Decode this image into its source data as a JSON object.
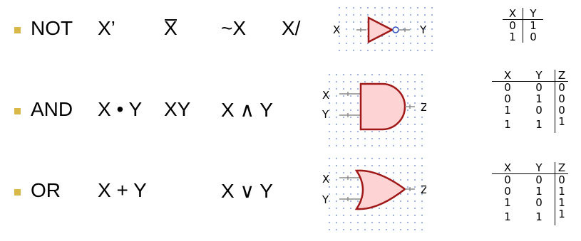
{
  "rows": [
    {
      "name": "NOT",
      "label": "NOT",
      "expressions": [
        "X’",
        "X",
        "~X",
        "X/"
      ],
      "inputs": [
        "X"
      ],
      "output": "Y",
      "truth_table": {
        "headers": [
          "X",
          "Y"
        ],
        "rows": [
          [
            "0",
            "1"
          ],
          [
            "1",
            "0"
          ]
        ]
      }
    },
    {
      "name": "AND",
      "label": "AND",
      "expressions": [
        "X • Y",
        "XY",
        "X ∧ Y"
      ],
      "inputs": [
        "X",
        "Y"
      ],
      "output": "Z",
      "truth_table": {
        "headers": [
          "X",
          "Y",
          "Z"
        ],
        "rows": [
          [
            "0",
            "0",
            "0"
          ],
          [
            "0",
            "1",
            "0"
          ],
          [
            "1",
            "0",
            "0"
          ],
          [
            "1",
            "1",
            "1"
          ]
        ]
      }
    },
    {
      "name": "OR",
      "label": "OR",
      "expressions": [
        "X + Y",
        "X ∨ Y"
      ],
      "inputs": [
        "X",
        "Y"
      ],
      "output": "Z",
      "truth_table": {
        "headers": [
          "X",
          "Y",
          "Z"
        ],
        "rows": [
          [
            "0",
            "0",
            "0"
          ],
          [
            "0",
            "1",
            "1"
          ],
          [
            "1",
            "0",
            "1"
          ],
          [
            "1",
            "1",
            "1"
          ]
        ]
      }
    }
  ],
  "colors": {
    "bullet": "#d9b84a",
    "gate_fill": "#fdd3d3",
    "gate_stroke": "#a01818",
    "grid_dot": "#5c7fd6",
    "pin_wire": "#8c8c8c"
  },
  "icons": [
    "square-bullet-icon",
    "not-gate-icon",
    "and-gate-icon",
    "or-gate-icon"
  ]
}
